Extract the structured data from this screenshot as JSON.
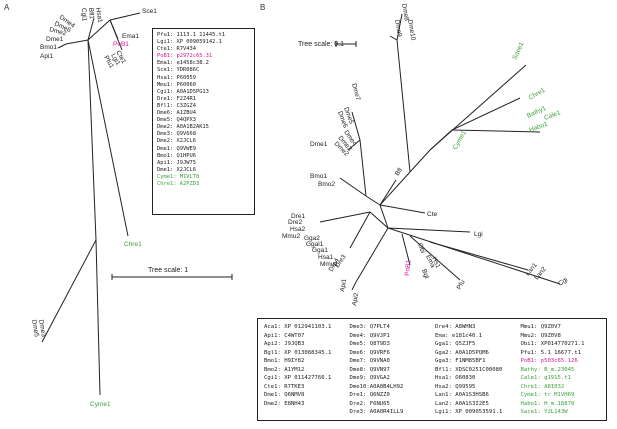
{
  "panels": {
    "a": "A",
    "b": "B"
  },
  "tree_a": {
    "scale": "Tree scale: 1",
    "leaves": [
      {
        "label": "Sce1",
        "color": "#222"
      },
      {
        "label": "PoB1",
        "color": "#d61a9a"
      },
      {
        "label": "Ema1",
        "color": "#222"
      },
      {
        "label": "Cte1",
        "color": "#222"
      },
      {
        "label": "Lgi1",
        "color": "#222"
      },
      {
        "label": "Pfu1",
        "color": "#222"
      },
      {
        "label": "Dme4",
        "color": "#222"
      },
      {
        "label": "Dme6",
        "color": "#222"
      },
      {
        "label": "Dme2",
        "color": "#222"
      },
      {
        "label": "Dme1",
        "color": "#222"
      },
      {
        "label": "Bmo1",
        "color": "#222"
      },
      {
        "label": "Api1",
        "color": "#222"
      },
      {
        "label": "Hsa1",
        "color": "#222"
      },
      {
        "label": "Bfl1",
        "color": "#222"
      },
      {
        "label": "Cgi1",
        "color": "#222"
      },
      {
        "label": "Chre1",
        "color": "#3aa33a"
      },
      {
        "label": "Cyme1",
        "color": "#3aa33a"
      },
      {
        "label": "Dme5",
        "color": "#222"
      },
      {
        "label": "Dme3",
        "color": "#222"
      }
    ]
  },
  "legend_a": [
    {
      "text": "Pfu1: 1113.1 11445.t1",
      "color": "#222"
    },
    {
      "text": "Lgi1: XP 009059142.1",
      "color": "#222"
    },
    {
      "text": "Cte1: R7V434",
      "color": "#222"
    },
    {
      "text": "PoB1: p2972c65.31",
      "color": "#d61a9a"
    },
    {
      "text": "Ema1: e1458c38.2",
      "color": "#222"
    },
    {
      "text": "Sce1: YDR086C",
      "color": "#222"
    },
    {
      "text": "Hsa1: P60059",
      "color": "#222"
    },
    {
      "text": "Mmu1: P60060",
      "color": "#222"
    },
    {
      "text": "Cgi1: A0A1D5PG13",
      "color": "#222"
    },
    {
      "text": "Dre1: F2Z4R1",
      "color": "#222"
    },
    {
      "text": "Bfl1: C3ZGZ4",
      "color": "#222"
    },
    {
      "text": "Dme6: A1ZBU4",
      "color": "#222"
    },
    {
      "text": "Dme5: Q4QPX3",
      "color": "#222"
    },
    {
      "text": "Dme2: A0A1B2AK15",
      "color": "#222"
    },
    {
      "text": "Dme3: Q9V668",
      "color": "#222"
    },
    {
      "text": "Dme2: X2JCL6",
      "color": "#222"
    },
    {
      "text": "Dme1: Q9VWE9",
      "color": "#222"
    },
    {
      "text": "Bmo1: Q1HPU6",
      "color": "#222"
    },
    {
      "text": "Api1: J9JW75",
      "color": "#222"
    },
    {
      "text": "Dme1: X2JCL6",
      "color": "#222"
    },
    {
      "text": "Cyme1: M1VLT8",
      "color": "#3aa33a"
    },
    {
      "text": "Chre1: A2PZD3",
      "color": "#3aa33a"
    }
  ],
  "tree_b": {
    "scale": "Tree scale: 0.1",
    "leaves": [
      {
        "label": "Dme8",
        "color": "#222"
      },
      {
        "label": "Dme9",
        "color": "#222"
      },
      {
        "label": "Dme10",
        "color": "#222"
      },
      {
        "label": "Sace1",
        "color": "#3aa33a"
      },
      {
        "label": "Chre1",
        "color": "#3aa33a"
      },
      {
        "label": "Bathy1",
        "color": "#3aa33a"
      },
      {
        "label": "Cale1",
        "color": "#3aa33a"
      },
      {
        "label": "Habo1",
        "color": "#3aa33a"
      },
      {
        "label": "Cyme1",
        "color": "#3aa33a"
      },
      {
        "label": "Dme7",
        "color": "#222"
      },
      {
        "label": "Dme5",
        "color": "#222"
      },
      {
        "label": "Dme6",
        "color": "#222"
      },
      {
        "label": "Dme4",
        "color": "#222"
      },
      {
        "label": "Dme3",
        "color": "#222"
      },
      {
        "label": "Dme2",
        "color": "#222"
      },
      {
        "label": "Dme1",
        "color": "#222"
      },
      {
        "label": "Bmo1",
        "color": "#222"
      },
      {
        "label": "Bmo2",
        "color": "#222"
      },
      {
        "label": "Bfl",
        "color": "#222"
      },
      {
        "label": "Cte",
        "color": "#222"
      },
      {
        "label": "Lgi",
        "color": "#222"
      },
      {
        "label": "Cgi",
        "color": "#222"
      },
      {
        "label": "Lan1",
        "color": "#222"
      },
      {
        "label": "Lan2",
        "color": "#222"
      },
      {
        "label": "Pfu",
        "color": "#222"
      },
      {
        "label": "Obi",
        "color": "#222"
      },
      {
        "label": "Ema",
        "color": "#222"
      },
      {
        "label": "Bgl",
        "color": "#222"
      },
      {
        "label": "Hs1",
        "color": "#222"
      },
      {
        "label": "PoB1",
        "color": "#d61a9a"
      },
      {
        "label": "Dre1",
        "color": "#222"
      },
      {
        "label": "Dre2",
        "color": "#222"
      },
      {
        "label": "Hsa2",
        "color": "#222"
      },
      {
        "label": "Mmu2",
        "color": "#222"
      },
      {
        "label": "Gga2",
        "color": "#222"
      },
      {
        "label": "Ggal1",
        "color": "#222"
      },
      {
        "label": "Gga1",
        "color": "#222"
      },
      {
        "label": "Hsa1",
        "color": "#222"
      },
      {
        "label": "Mmu1",
        "color": "#222"
      },
      {
        "label": "Dre4",
        "color": "#222"
      },
      {
        "label": "Dre3",
        "color": "#222"
      },
      {
        "label": "Api1",
        "color": "#222"
      },
      {
        "label": "Api2",
        "color": "#222"
      }
    ]
  },
  "legend_b": [
    [
      {
        "text": "Aca1: XP 012941103.1",
        "color": "#222"
      },
      {
        "text": "Api1: C4WT07",
        "color": "#222"
      },
      {
        "text": "Api2: J9JQB3",
        "color": "#222"
      },
      {
        "text": "Bgl1: XP 013088345.1",
        "color": "#222"
      },
      {
        "text": "Bmo1: H9IY82",
        "color": "#222"
      },
      {
        "text": "Bmo2: A1YM12",
        "color": "#222"
      },
      {
        "text": "Cgi1: XP 011427766.1",
        "color": "#222"
      },
      {
        "text": "Cte1: R7TKE3",
        "color": "#222"
      },
      {
        "text": "Dme1: Q6NMV8",
        "color": "#222"
      },
      {
        "text": "Dme2: E8NH43",
        "color": "#222"
      }
    ],
    [
      {
        "text": "Dme3: Q7PLT4",
        "color": "#222"
      },
      {
        "text": "Dme4: Q9VJP1",
        "color": "#222"
      },
      {
        "text": "Dme5: Q8T9D3",
        "color": "#222"
      },
      {
        "text": "Dme6: Q9VRF6",
        "color": "#222"
      },
      {
        "text": "Dme7: Q9VNA0",
        "color": "#222"
      },
      {
        "text": "Dme8: Q9VN97",
        "color": "#222"
      },
      {
        "text": "Dme9: Q9VGA2",
        "color": "#222"
      },
      {
        "text": "Dme10:A0A0B4LH92",
        "color": "#222"
      },
      {
        "text": "Dre1: Q6NZZ0",
        "color": "#222"
      },
      {
        "text": "Dre2: F6NU65",
        "color": "#222"
      },
      {
        "text": "Dre3: A0A0R4ILL9",
        "color": "#222"
      }
    ],
    [
      {
        "text": "Dre4: A8WHN3",
        "color": "#222"
      },
      {
        "text": "Ema: e181c40.1",
        "color": "#222"
      },
      {
        "text": "Gga1: Q5ZJF5",
        "color": "#222"
      },
      {
        "text": "Gga2: A0A1D5PQM6",
        "color": "#222"
      },
      {
        "text": "Gga3: F1NM85BF1",
        "color": "#222"
      },
      {
        "text": "Bfl1: XDSC0251C00080",
        "color": "#222"
      },
      {
        "text": "Hsa1: O60830",
        "color": "#222"
      },
      {
        "text": "Hsa2: Q99595",
        "color": "#222"
      },
      {
        "text": "Lan1: A0A1S3HSB6",
        "color": "#222"
      },
      {
        "text": "Lan2: A0A1S3I2E5",
        "color": "#222"
      },
      {
        "text": "Lgi1: XP 009053591.1",
        "color": "#222"
      }
    ],
    [
      {
        "text": "Mmu1: Q9Z0V7",
        "color": "#222"
      },
      {
        "text": "Mmu2: Q9Z0V8",
        "color": "#222"
      },
      {
        "text": "Obi1: XP014770271.1",
        "color": "#222"
      },
      {
        "text": "Pfu1: 5.1 16677.t1",
        "color": "#222"
      },
      {
        "text": "PoB1: p503c65.126",
        "color": "#d61a9a"
      },
      {
        "text": "Bathy: B_m.23045",
        "color": "#3aa33a"
      },
      {
        "text": "Cale1: g1915.t1",
        "color": "#3aa33a"
      },
      {
        "text": "Chre1: A8I032",
        "color": "#3aa33a"
      },
      {
        "text": "Cyme1: tr M1VH69",
        "color": "#3aa33a"
      },
      {
        "text": "Habo1: H_m.18878",
        "color": "#3aa33a"
      },
      {
        "text": "Sace1: Y2L143W",
        "color": "#3aa33a"
      }
    ]
  ]
}
